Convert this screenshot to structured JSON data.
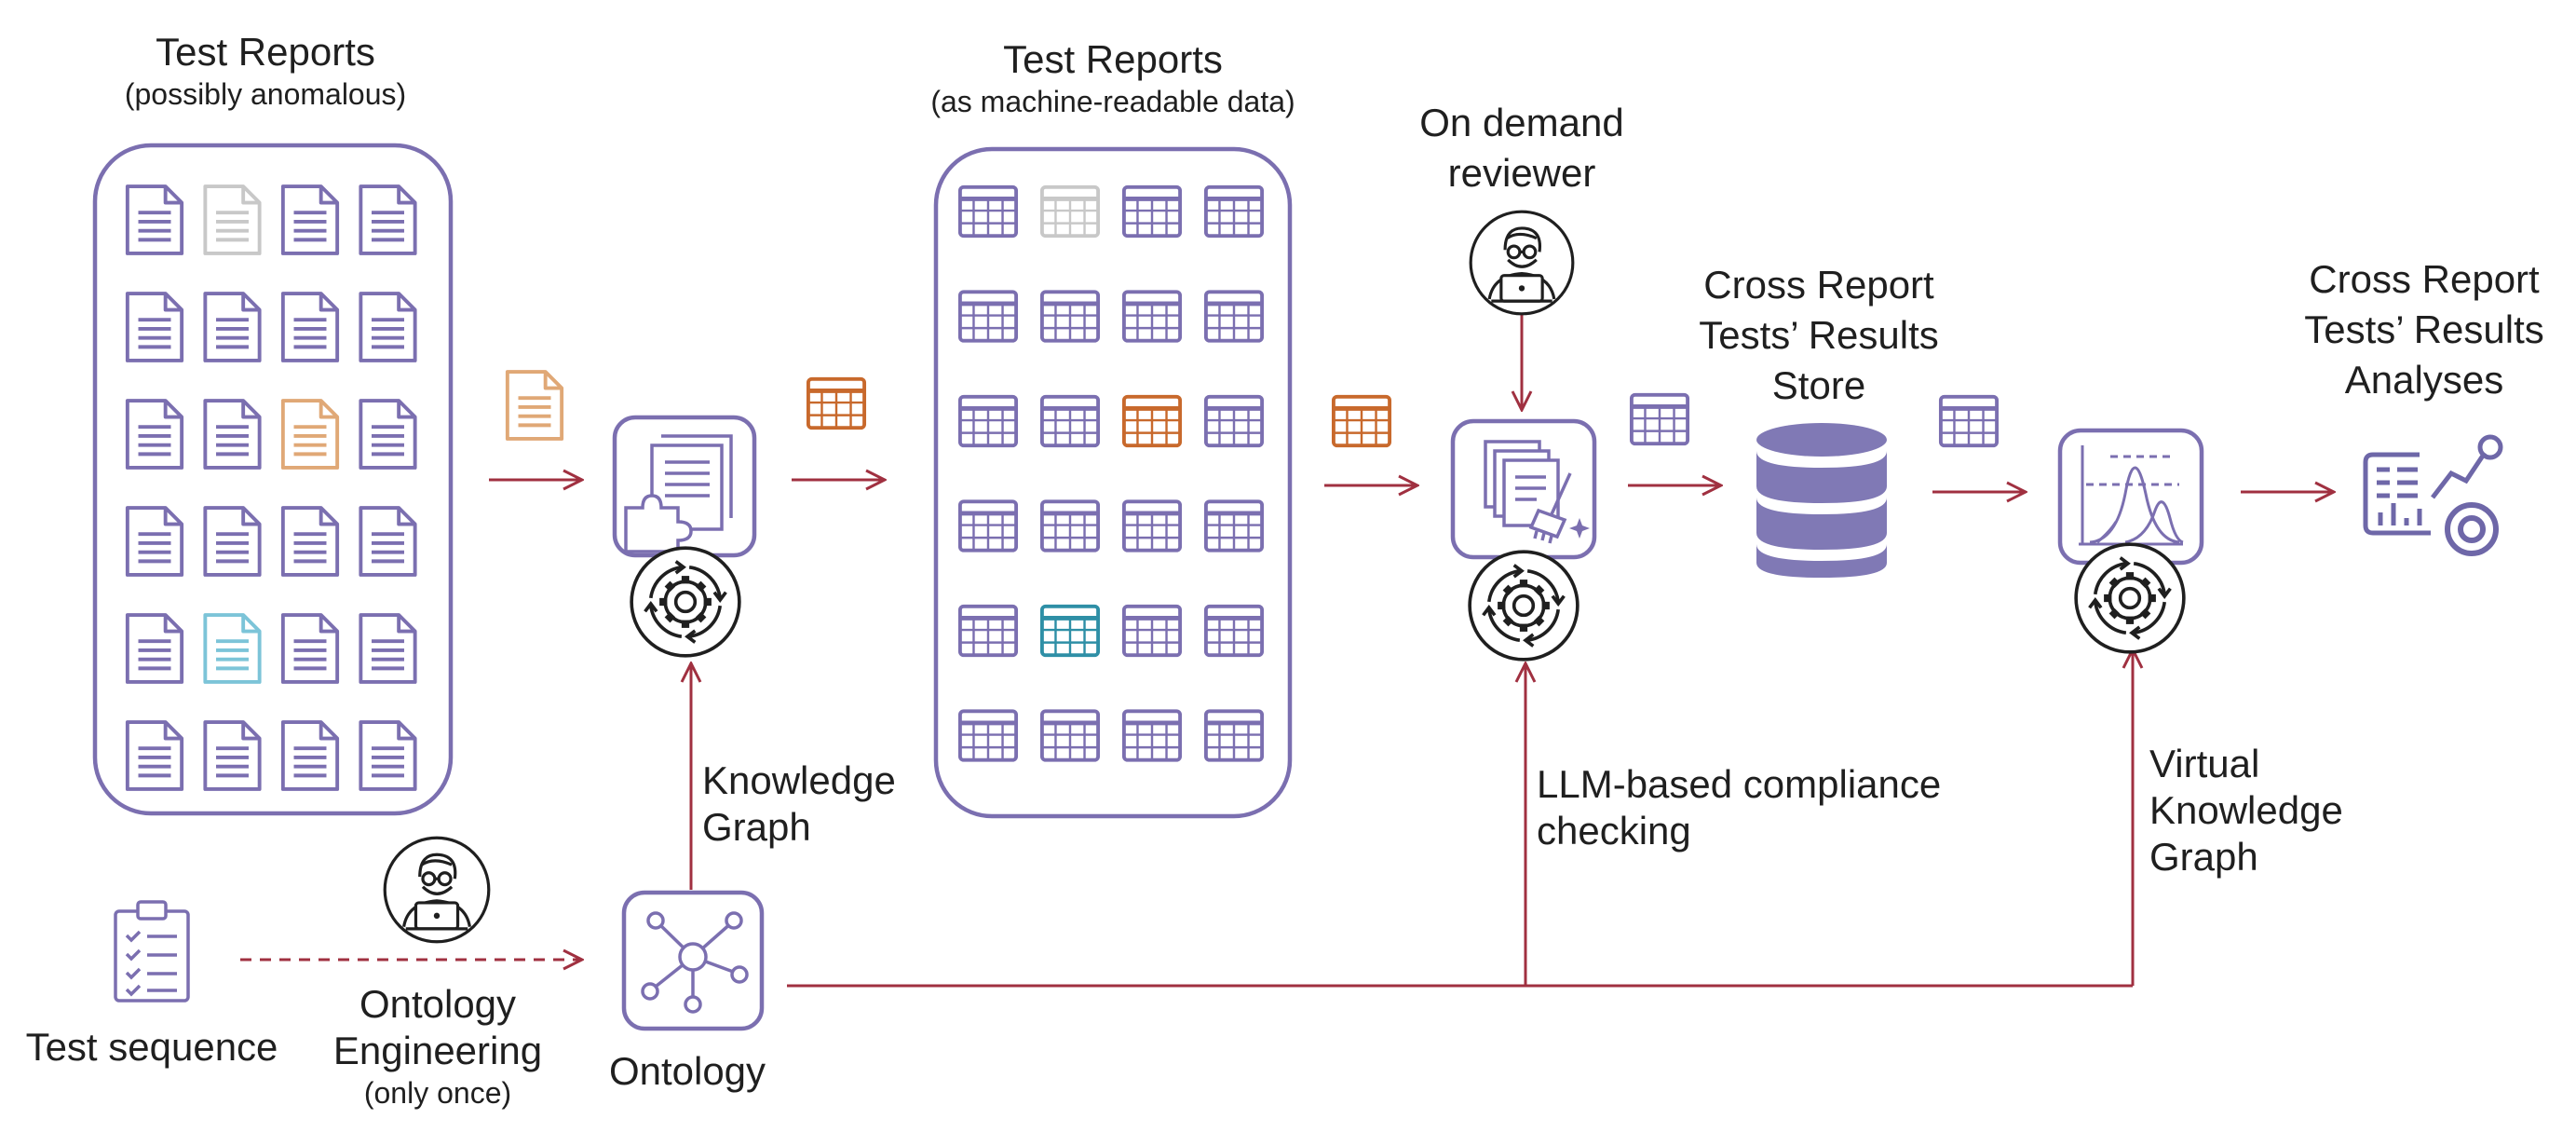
{
  "colors": {
    "purple": "#7b6fb0",
    "purple_fill": "#8079b5",
    "gray": "#c8c8c8",
    "orange": "#e0a876",
    "orange_dark": "#c8692c",
    "teal": "#7cc4d8",
    "teal_dark": "#2e8fa6",
    "arrow": "#a03040",
    "text": "#1f1f1f"
  },
  "labels": {
    "reports_title": "Test Reports",
    "reports_subtitle": "(possibly anomalous)",
    "mr_title": "Test Reports",
    "mr_subtitle": "(as machine-readable data)",
    "reviewer_line1": "On demand",
    "reviewer_line2": "reviewer",
    "store_line1": "Cross Report",
    "store_line2": "Tests’ Results",
    "store_line3": "Store",
    "analyses_line1": "Cross Report",
    "analyses_line2": "Tests’ Results",
    "analyses_line3": "Analyses",
    "kg_line1": "Knowledge",
    "kg_line2": "Graph",
    "llm_line1": "LLM-based compliance",
    "llm_line2": "checking",
    "vkg_line1": "Virtual",
    "vkg_line2": "Knowledge",
    "vkg_line3": "Graph",
    "test_sequence": "Test sequence",
    "onto_eng_line1": "Ontology",
    "onto_eng_line2": "Engineering",
    "onto_eng_line3": "(only once)",
    "ontology": "Ontology"
  },
  "icons": {
    "document": "document-icon",
    "table": "table-icon",
    "gear": "gear-cycle-icon",
    "puzzle": "puzzle-document-icon",
    "clean": "clean-documents-icon",
    "database": "database-icon",
    "chart": "distribution-chart-icon",
    "analytics": "analytics-dashboard-icon",
    "reviewer": "reviewer-person-icon",
    "clipboard": "clipboard-checklist-icon",
    "network": "network-graph-icon"
  },
  "grids": {
    "doc_grid": {
      "rows": 6,
      "cols": 4,
      "highlights": [
        {
          "row": 0,
          "col": 1,
          "color": "gray"
        },
        {
          "row": 2,
          "col": 2,
          "color": "orange"
        },
        {
          "row": 4,
          "col": 1,
          "color": "teal"
        }
      ]
    },
    "table_grid": {
      "rows": 6,
      "cols": 4,
      "highlights": [
        {
          "row": 0,
          "col": 1,
          "color": "gray"
        },
        {
          "row": 2,
          "col": 2,
          "color": "orange_dark"
        },
        {
          "row": 4,
          "col": 1,
          "color": "teal_dark"
        }
      ]
    }
  }
}
